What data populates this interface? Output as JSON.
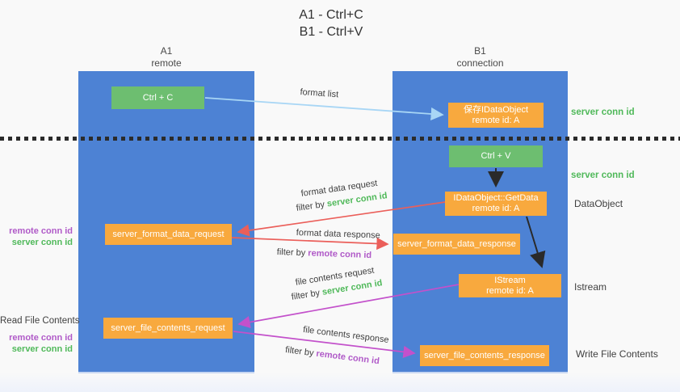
{
  "title": {
    "line1": "A1 - Ctrl+C",
    "line2": "B1 - Ctrl+V"
  },
  "lifelines": {
    "a1": {
      "name": "A1",
      "role": "remote"
    },
    "b1": {
      "name": "B1",
      "role": "connection"
    }
  },
  "boxes": {
    "ctrl_c": {
      "label": "Ctrl + C"
    },
    "save_dataobject": {
      "line1": "保存IDataObject",
      "line2": "remote id: A"
    },
    "ctrl_v": {
      "label": "Ctrl + V"
    },
    "getdata": {
      "line1": "IDataObject::GetData",
      "line2": "remote id: A"
    },
    "istream": {
      "line1": "IStream",
      "line2": "remote id: A"
    },
    "server_format_data_request": {
      "label": "server_format_data_request"
    },
    "server_format_data_response": {
      "label": "server_format_data_response"
    },
    "server_file_contents_request": {
      "label": "server_file_contents_request"
    },
    "server_file_contents_response": {
      "label": "server_file_contents_response"
    }
  },
  "arrow_labels": {
    "format_list": "format list",
    "format_data_request": "format data request",
    "format_data_request_filter": "filter by ",
    "format_data_request_filter_id": "server conn id",
    "format_data_response": "format data response",
    "format_data_response_filter": "filter by ",
    "format_data_response_filter_id": "remote conn id",
    "file_contents_request": "file contents request",
    "file_contents_request_filter": "filter by ",
    "file_contents_request_filter_id": "server conn id",
    "file_contents_response": "file contents response",
    "file_contents_response_filter": "filter by ",
    "file_contents_response_filter_id": "remote conn id"
  },
  "side_labels": {
    "server_conn_id_top": "server conn id",
    "server_conn_id_mid": "server conn id",
    "dataobject": "DataObject",
    "istream": "Istream",
    "write_file_contents": "Write File Contents",
    "read_file_contents": "Read File Contents",
    "req1_remote_conn_id": "remote conn id",
    "req1_server_conn_id": "server conn id",
    "req2_remote_conn_id": "remote conn id",
    "req2_server_conn_id": "server conn id"
  },
  "colors": {
    "lifeline_blue": "#4d82d4",
    "box_green": "#6dbe70",
    "box_orange": "#f8a93e",
    "id_green": "#50b95a",
    "id_purple": "#b05ac8",
    "arrow_red": "#eb5f5a",
    "arrow_magenta": "#c351cb",
    "arrow_lightblue": "#a8d6f5",
    "arrow_black": "#2a2a2a"
  }
}
